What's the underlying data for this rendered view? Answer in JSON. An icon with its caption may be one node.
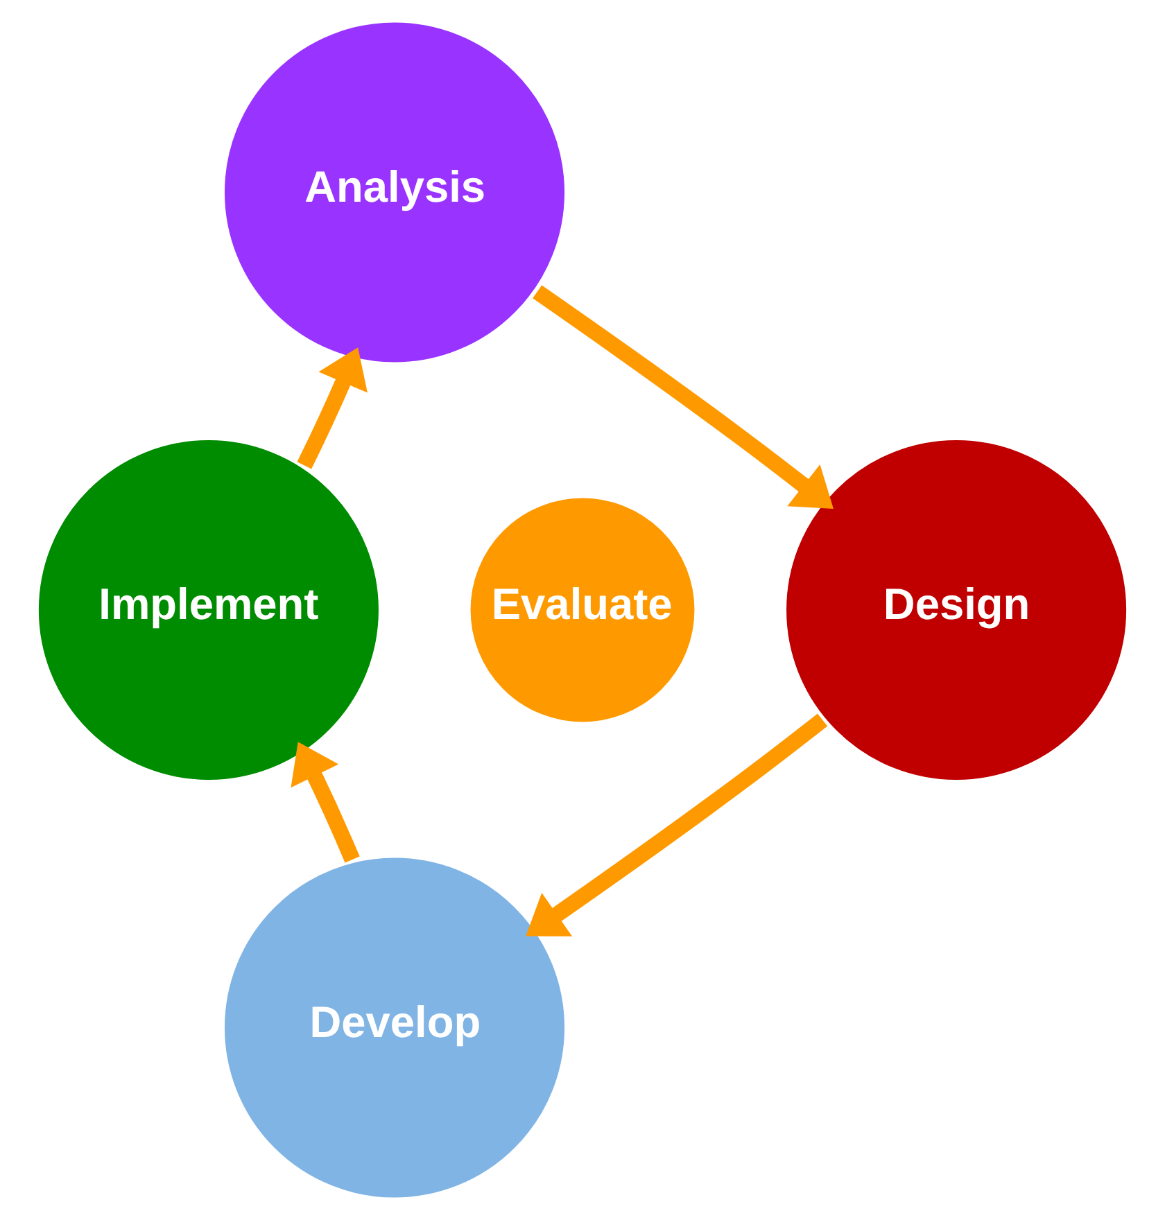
{
  "diagram": {
    "nodes": [
      {
        "text": [
          "Analysis"
        ]
      },
      {
        "text": [
          "Design"
        ]
      },
      {
        "text": [
          "Develop"
        ]
      },
      {
        "text": [
          "Implement"
        ]
      },
      {
        "text": [
          "Evaluate"
        ]
      }
    ],
    "edges": [
      {
        "from": 0,
        "to": 1,
        "arrow": "to"
      },
      {
        "from": 1,
        "to": 2,
        "arrow": "to"
      },
      {
        "from": 2,
        "to": 3,
        "arrow": "to"
      },
      {
        "from": 3,
        "to": 0,
        "arrow": "to"
      }
    ]
  }
}
